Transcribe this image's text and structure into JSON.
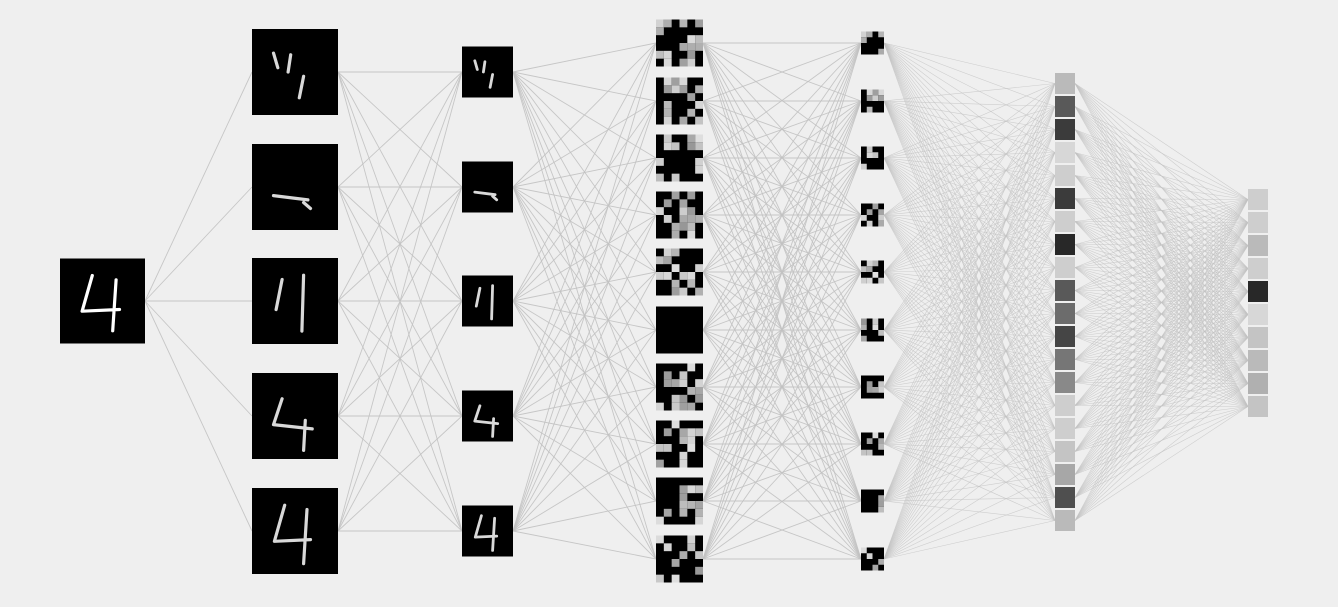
{
  "diagram": {
    "type": "cnn-visualization",
    "input_digit": "4",
    "colors": {
      "background": "#efefef",
      "edge": "#c2c2c2",
      "map_background": "#000000",
      "stroke": "#ffffff"
    },
    "layers": [
      {
        "id": "input",
        "kind": "image",
        "count": 1
      },
      {
        "id": "conv1",
        "kind": "feature-map",
        "count": 5
      },
      {
        "id": "pool1",
        "kind": "feature-map",
        "count": 5
      },
      {
        "id": "conv2",
        "kind": "feature-map",
        "count": 10
      },
      {
        "id": "pool2",
        "kind": "feature-map",
        "count": 10
      },
      {
        "id": "dense",
        "kind": "neuron",
        "count": 20,
        "activations": [
          0.2,
          0.7,
          0.85,
          0.05,
          0.1,
          0.85,
          0.1,
          0.95,
          0.1,
          0.7,
          0.6,
          0.8,
          0.55,
          0.45,
          0.1,
          0.1,
          0.15,
          0.3,
          0.75,
          0.2
        ]
      },
      {
        "id": "output",
        "kind": "neuron",
        "count": 10,
        "activations": [
          0.1,
          0.1,
          0.2,
          0.1,
          0.95,
          0.05,
          0.15,
          0.2,
          0.25,
          0.15
        ]
      }
    ]
  }
}
